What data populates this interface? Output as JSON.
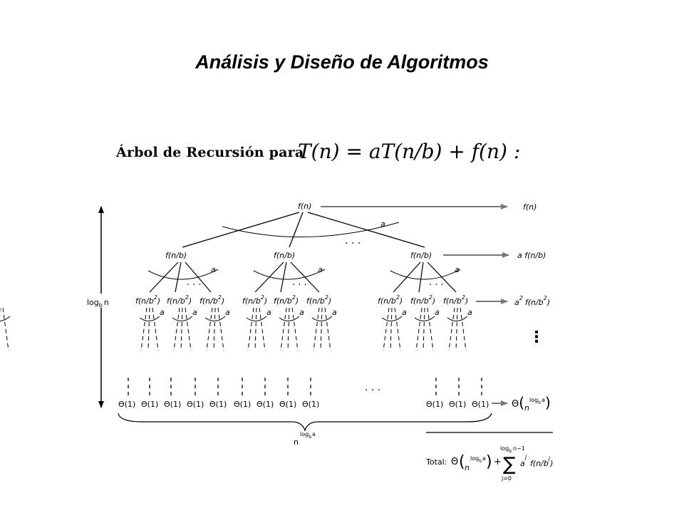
{
  "slide": {
    "title": "Análisis y Diseño de Algoritmos"
  },
  "figure": {
    "heading": "Árbol de Recursión para",
    "equation": "T(n) = aT(n/b) + f(n) :",
    "root_label": "f(n)",
    "level1_label": "f(n/b)",
    "level2_label": "f(n/b",
    "branch_label": "a",
    "ellipsis": "· · ·",
    "vertical_ellipsis": "⋮",
    "height_label": "log",
    "height_sub": "b",
    "height_var": "n",
    "leaf_label": "Θ(1)",
    "sum_label_base": "n",
    "sum_label_exp": "log",
    "sum_label_sub": "b",
    "sum_label_var": "a",
    "levels": [
      {
        "label": "f(n)"
      },
      {
        "label": "a f(n/b)"
      },
      {
        "label": "a",
        "sup": "2",
        "rest": "f(n/b",
        "sup2": "2",
        "close": ")"
      }
    ],
    "leaf_total": {
      "theta": "Θ",
      "base": "n",
      "exp": "log",
      "sub": "b",
      "var": "a"
    },
    "total": {
      "label": "Total:",
      "theta": "Θ",
      "sum_sign": "∑",
      "sum_lower": "j=0",
      "sum_upper": "log",
      "sum_upper_sub": "b",
      "sum_upper_rest": "n−1",
      "term_a": "a",
      "term_j": "j",
      "term_f": "f(n/b",
      "term_close": ")"
    }
  }
}
